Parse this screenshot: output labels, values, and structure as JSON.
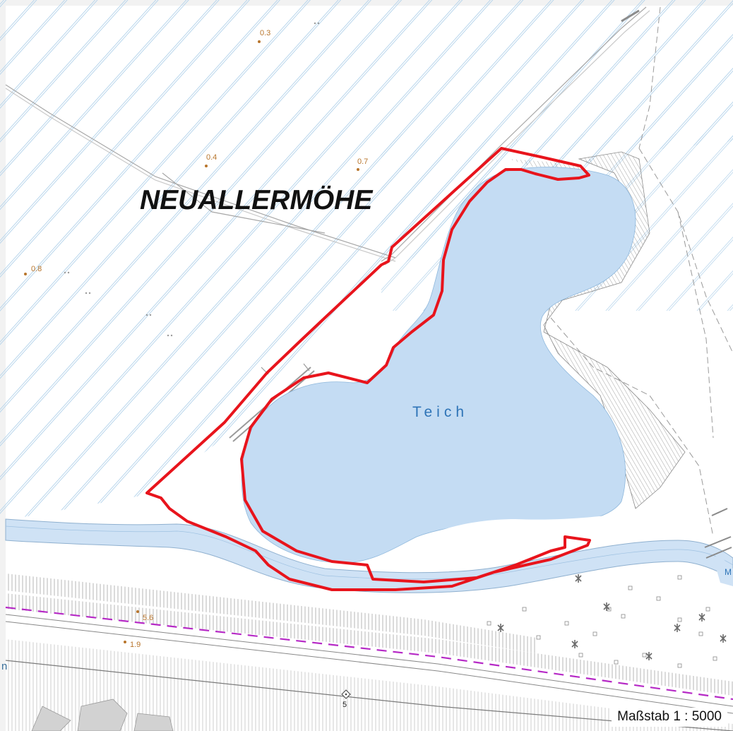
{
  "map": {
    "place_name": "NEUALLERMÖHE",
    "water_name": "Teich",
    "scale_label": "Maßstab 1 : 5000",
    "road_fragment": "n",
    "edge_fragment": "M",
    "km_marker": "5"
  },
  "spot_heights": [
    {
      "id": "h1",
      "value": "0.3"
    },
    {
      "id": "h2",
      "value": "0.4"
    },
    {
      "id": "h3",
      "value": "0.7"
    },
    {
      "id": "h4",
      "value": "0.8"
    },
    {
      "id": "h5",
      "value": "5.6"
    },
    {
      "id": "h6",
      "value": "1.9"
    }
  ],
  "colors": {
    "boundary": "#e8141c",
    "water": "#c4dcf3",
    "river": "#cfe2f5",
    "field_lines": "#b9d6ec",
    "rail_dash": "#b62ac6",
    "hatch": "#8c8c8c",
    "spot_height": "#b8752c",
    "water_label": "#2e74b7"
  },
  "icons": {
    "tree": "tree-symbol-icon",
    "marker": "survey-marker-icon"
  }
}
